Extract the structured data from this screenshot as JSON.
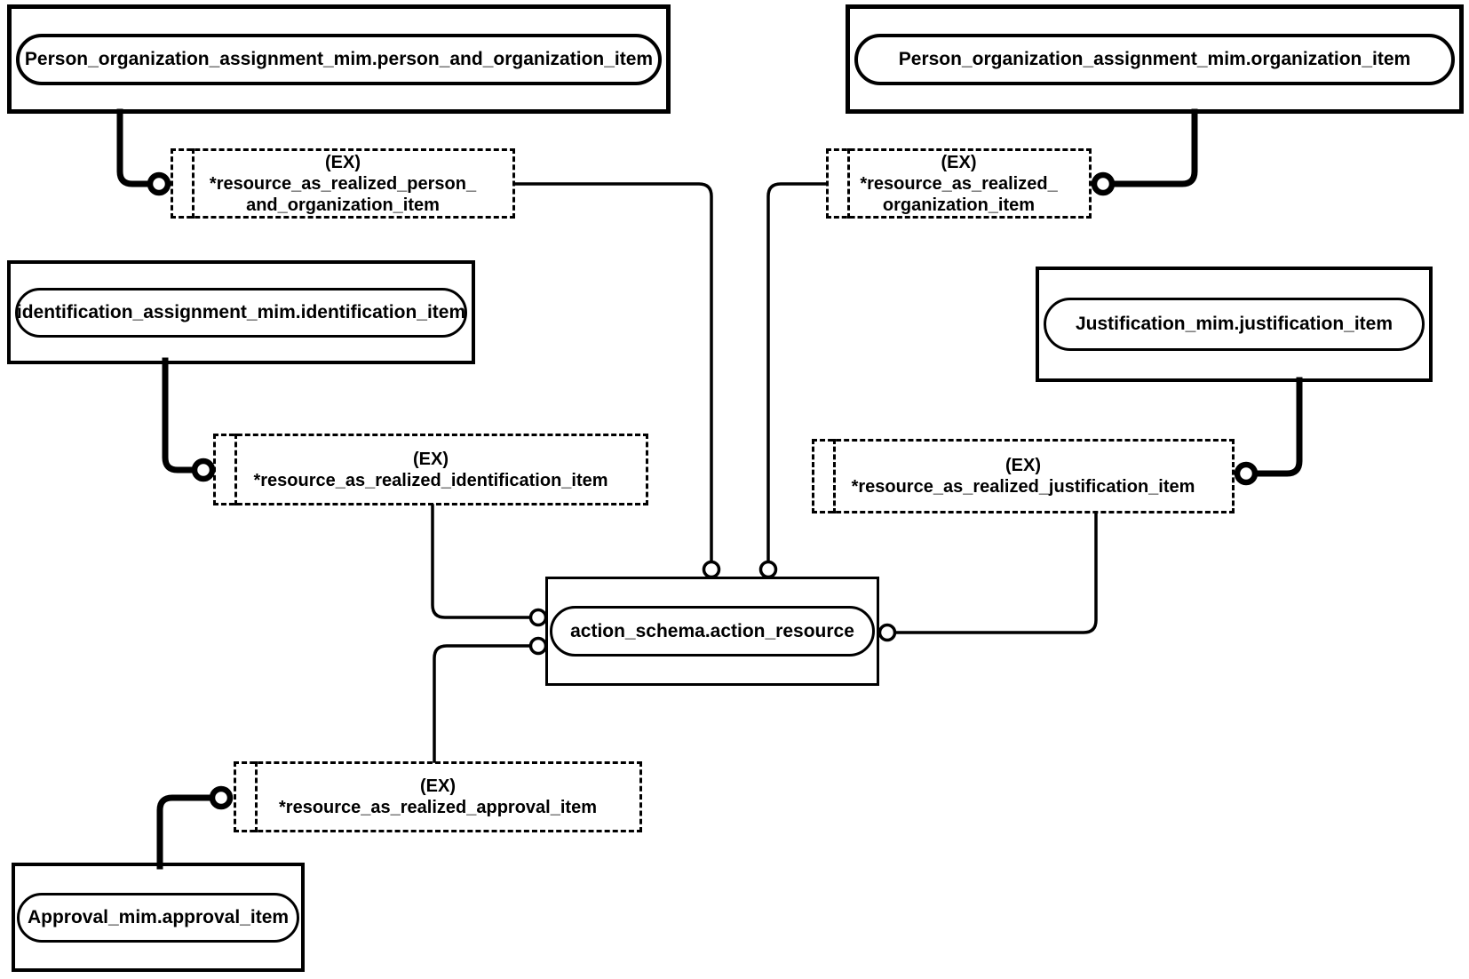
{
  "diagram": {
    "type": "EXPRESS-G schema diagram",
    "colors": {
      "line": "#000000",
      "background": "#ffffff"
    },
    "entities": {
      "person_and_organization_item": "Person_organization_assignment_mim.person_and_organization_item",
      "organization_item": "Person_organization_assignment_mim.organization_item",
      "identification_item": "identification_assignment_mim.identification_item",
      "justification_item": "Justification_mim.justification_item",
      "action_resource": "action_schema.action_resource",
      "approval_item": "Approval_mim.approval_item"
    },
    "references": {
      "person_and_organization": {
        "lines": [
          "(EX)",
          "*resource_as_realized_person_",
          "and_organization_item"
        ]
      },
      "organization": {
        "lines": [
          "(EX)",
          "*resource_as_realized_",
          "organization_item"
        ]
      },
      "identification": {
        "lines": [
          "(EX)",
          "*resource_as_realized_identification_item"
        ]
      },
      "justification": {
        "lines": [
          "(EX)",
          "*resource_as_realized_justification_item"
        ]
      },
      "approval": {
        "lines": [
          "(EX)",
          "*resource_as_realized_approval_item"
        ]
      }
    }
  }
}
